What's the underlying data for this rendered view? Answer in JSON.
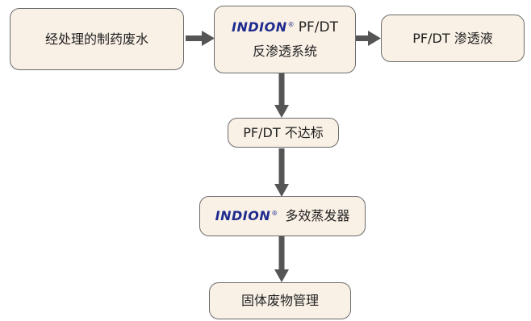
{
  "nodes": {
    "input": "经处理的制药废水",
    "ro_brand": "INDION",
    "ro_reg": "®",
    "ro_model": "PF/DT",
    "ro_name": "反渗透系统",
    "permeate": "PF/DT 渗透液",
    "reject": "PF/DT 不达标",
    "mee_brand": "INDION",
    "mee_reg": "®",
    "mee_name": "多效蒸发器",
    "solid": "固体废物管理"
  },
  "colors": {
    "box_fill": "#faf1e6",
    "box_border": "#6b6b6b",
    "arrow": "#555555",
    "brand": "#1f2c8f"
  }
}
